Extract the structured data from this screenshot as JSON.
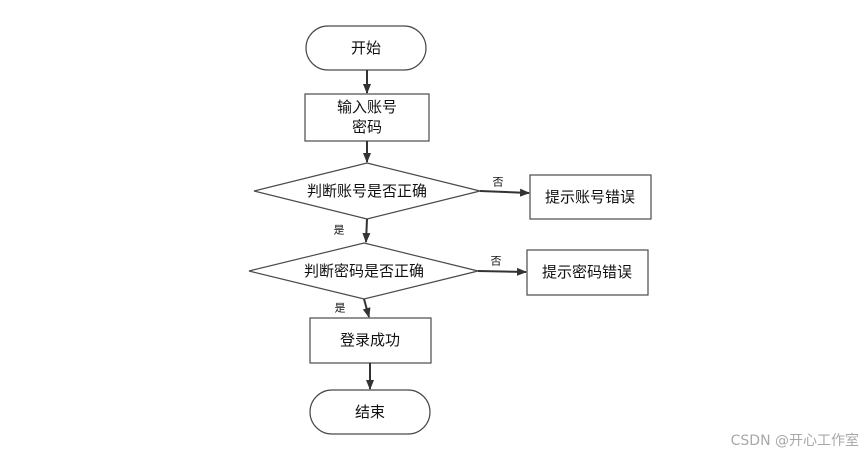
{
  "diagram": {
    "nodes": {
      "start": "开始",
      "input_line1": "输入账号",
      "input_line2": "密码",
      "check_account": "判断账号是否正确",
      "account_error": "提示账号错误",
      "check_password": "判断密码是否正确",
      "password_error": "提示密码错误",
      "login_success": "登录成功",
      "end": "结束"
    },
    "edges": {
      "account_no": "否",
      "account_yes": "是",
      "password_no": "否",
      "password_yes": "是"
    }
  },
  "watermark": "CSDN @开心工作室"
}
